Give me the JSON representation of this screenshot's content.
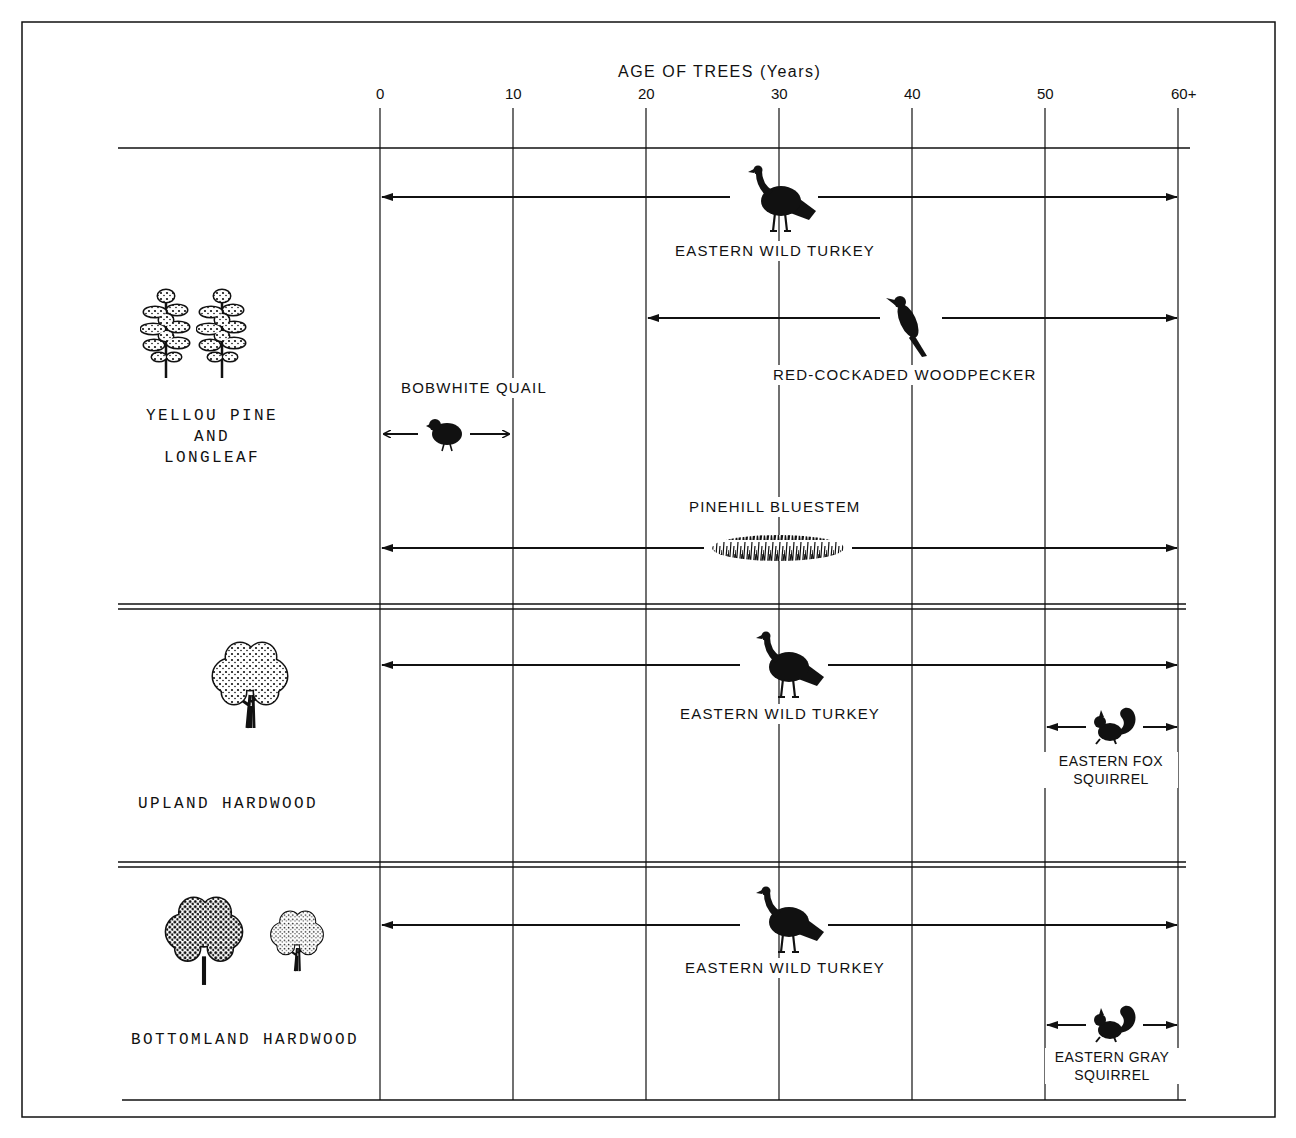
{
  "diagram": {
    "labels": [
      "AGE OF TREES (Years)",
      "0",
      "10",
      "20",
      "30",
      "40",
      "50",
      "60+",
      "EASTERN WILD TURKEY",
      "RED-COCKADED WOODPECKER",
      "BOBWHITE QUAIL",
      "PINEHILL BLUESTEM",
      "YELLOU PINE AND LONGLEAF",
      "EASTERN WILD TURKEY",
      "UPLAND HARDWOOD",
      "EASTERN FOX SQUIRREL",
      "EASTERN WILD TURKEY",
      "BOTTOMLAND HARDWOOD",
      "EASTERN GRAY SQUIRREL"
    ]
  }
}
